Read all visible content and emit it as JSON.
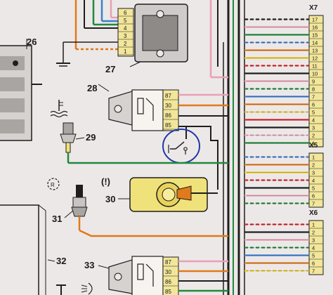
{
  "diagram": {
    "components": {
      "c26": "26",
      "c27": "27",
      "c28": "28",
      "c29": "29",
      "c30": "30",
      "c31": "31",
      "c32": "32",
      "c33": "33"
    },
    "module27_pins": [
      "1",
      "2",
      "3",
      "4",
      "5",
      "6"
    ],
    "relay28_pins": [
      "87",
      "30",
      "86",
      "85"
    ],
    "relay33_pins": [
      "87",
      "30",
      "86",
      "85"
    ],
    "connectors": [
      {
        "label": "X7",
        "pins": [
          "17",
          "16",
          "15",
          "14",
          "13",
          "12",
          "11",
          "10",
          "9",
          "8",
          "7",
          "6",
          "5",
          "4",
          "3",
          "2",
          "1"
        ]
      },
      {
        "label": "X5",
        "pins": [
          "1",
          "2",
          "3",
          "4",
          "5",
          "6",
          "7"
        ]
      },
      {
        "label": "X6",
        "pins": [
          "1",
          "2",
          "3",
          "4",
          "5",
          "6",
          "7"
        ]
      }
    ],
    "symbols": {
      "warning_r": "R",
      "warning_excl": "(!)"
    },
    "colors": {
      "background": "#ede8e8",
      "harness": "#1e1e1e",
      "wire_green": "#1f8a3c",
      "wire_orange": "#e07a1a",
      "wire_pink": "#e9a0b4",
      "wire_blue": "#3b7fd0",
      "wire_yellow": "#e8c61a",
      "wire_red": "#d8262b",
      "connector_fill": "#f2e69a",
      "highlight_circle": "#1f3aa8",
      "sensor_body": "#f0e27a"
    }
  }
}
